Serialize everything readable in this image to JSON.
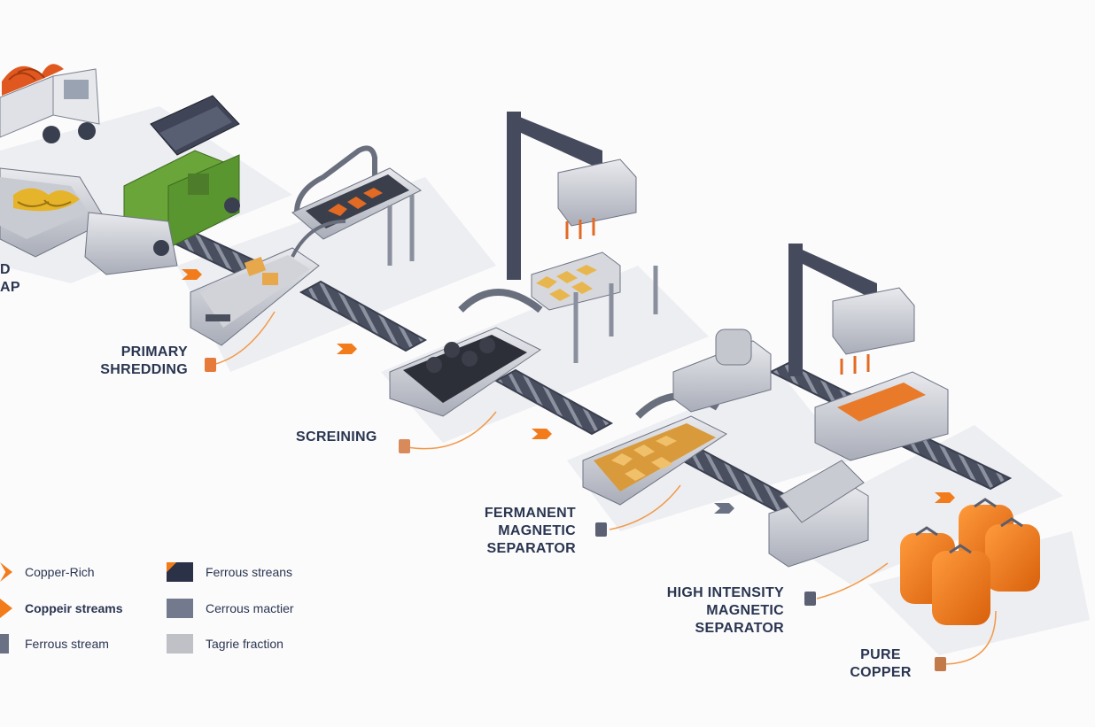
{
  "labels": {
    "incoming_partial_1": "D",
    "incoming_partial_2": "AP",
    "primary_shredding": "PRIMARY\nSHREDDING",
    "screening": "SCREINING",
    "permanent_magnetic": "FERMANENT\nMAGNETIC\nSEPARATOR",
    "high_intensity": "HIGH INTENSITY\nMAGNETIC\nSEPARATOR",
    "pure_copper": "PURE\nCOPPER"
  },
  "legend": [
    {
      "label": "Copper-Rich",
      "icon": "copper-arrow"
    },
    {
      "label": "Coppeir streams",
      "icon": "copper-arrow"
    },
    {
      "label": "Ferrous stream",
      "icon": "ferrous-block"
    },
    {
      "label": "Ferrous streans",
      "icon": "ferrous-swatch"
    },
    {
      "label": "Cerrous mactier",
      "icon": "grey-swatch"
    },
    {
      "label": "Tagrie fraction",
      "icon": "light-grey-swatch"
    }
  ],
  "colors": {
    "copper_orange": "#f27c1c",
    "ferrous_dark": "#2b3248",
    "steel_grey": "#8a8f9e",
    "label_navy": "#2a3550",
    "truck_green": "#6aa53a"
  }
}
